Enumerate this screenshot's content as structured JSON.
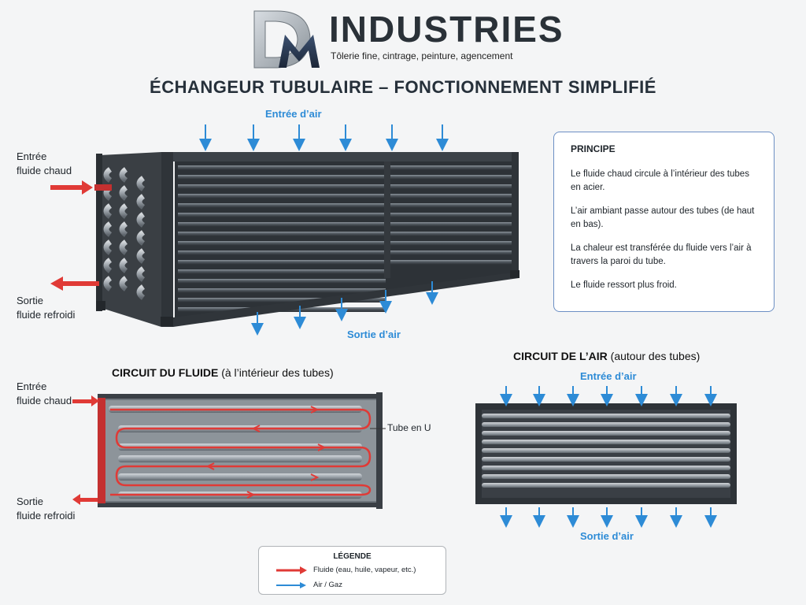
{
  "logo": {
    "brand": "INDUSTRIES",
    "tagline": "Tôlerie fine, cintrage, peinture, agencement",
    "colors": {
      "monogram_light": "#c4c9ce",
      "monogram_dark": "#2a3a52"
    }
  },
  "title": "ÉCHANGEUR TUBULAIRE –  FONCTIONNEMENT SIMPLIFIÉ",
  "top_diagram": {
    "air_in": "Entrée d’air",
    "air_out": "Sortie d’air",
    "fluid_in": [
      "Entrée",
      "fluide chaud"
    ],
    "fluid_out": [
      "Sortie",
      "fluide refroidi"
    ]
  },
  "principe": {
    "title": "PRINCIPE",
    "lines": [
      "Le fluide chaud circule à l’intérieur des tubes en acier.",
      "L’air ambiant passe autour des tubes (de haut en bas).",
      "La chaleur est transférée du fluide vers l’air à travers la paroi du tube.",
      "Le fluide ressort plus froid."
    ]
  },
  "fluid_circuit": {
    "title_bold": "CIRCUIT DU FLUIDE",
    "title_rest": " (à l’intérieur des tubes)",
    "fluid_in": [
      "Entrée",
      "fluide chaud"
    ],
    "fluid_out": [
      "Sortie",
      "fluide refroidi"
    ],
    "callout": "Tube en U"
  },
  "air_circuit": {
    "title_bold": "CIRCUIT DE L’AIR",
    "title_rest": " (autour des tubes)",
    "air_in": "Entrée d’air",
    "air_out": "Sortie d’air"
  },
  "legend": {
    "title": "LÉGENDE",
    "items": [
      {
        "label": "Fluide (eau, huile, vapeur, etc.)",
        "color": "#e03a36"
      },
      {
        "label": "Air / Gaz",
        "color": "#2d8bd6"
      }
    ]
  },
  "colors": {
    "fluid": "#e03a36",
    "air": "#2d8bd6",
    "frame": "#3a3f45",
    "tube": "#5c636b"
  }
}
